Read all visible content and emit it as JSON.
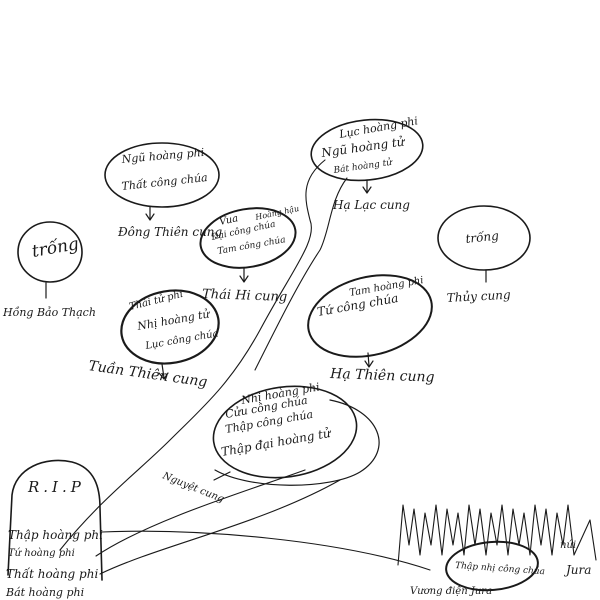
{
  "palaces": [
    {
      "id": "dong-thien",
      "label": "Đông Thiên cung",
      "residents": [
        "Ngũ hoàng phi",
        "Thất công chúa"
      ]
    },
    {
      "id": "hong-bao-thach",
      "label": "Hồng Bảo Thạch",
      "residents": [
        "trống"
      ]
    },
    {
      "id": "thai-hi",
      "label": "Thái Hi cung",
      "residents": [
        "Vua",
        "Hoàng hậu",
        "Đại công chúa",
        "Tam công chúa"
      ]
    },
    {
      "id": "tuan-thien",
      "label": "Tuần Thiên cung",
      "residents": [
        "Thái tử phi",
        "Nhị hoàng tử",
        "Lục công chúa"
      ]
    },
    {
      "id": "ha-lac",
      "label": "Hạ Lạc cung",
      "residents": [
        "Lục hoàng phi",
        "Ngũ hoàng tử",
        "Bát hoàng tử"
      ]
    },
    {
      "id": "thuy",
      "label": "Thủy cung",
      "residents": [
        "trống"
      ]
    },
    {
      "id": "ha-thien",
      "label": "Hạ Thiên cung",
      "residents": [
        "Tam hoàng phi",
        "Tứ công chúa"
      ]
    },
    {
      "id": "nguyet",
      "label": "Nguyệt cung",
      "residents": [
        "Nhị hoàng phi",
        "Cửu công chúa",
        "Thập công chúa",
        "Thập đại hoàng tử"
      ]
    },
    {
      "id": "jura",
      "label": "Vương điện Jura",
      "residents": [
        "Thập nhị công chúa"
      ]
    }
  ],
  "rip": {
    "stone_text": "R.I.P",
    "names": [
      "Thập hoàng phi",
      "Tứ hoàng phi",
      "Thất hoàng phi",
      "Bát hoàng phi"
    ]
  },
  "mountains": {
    "label_line1": "núi",
    "label_line2": "Jura"
  }
}
